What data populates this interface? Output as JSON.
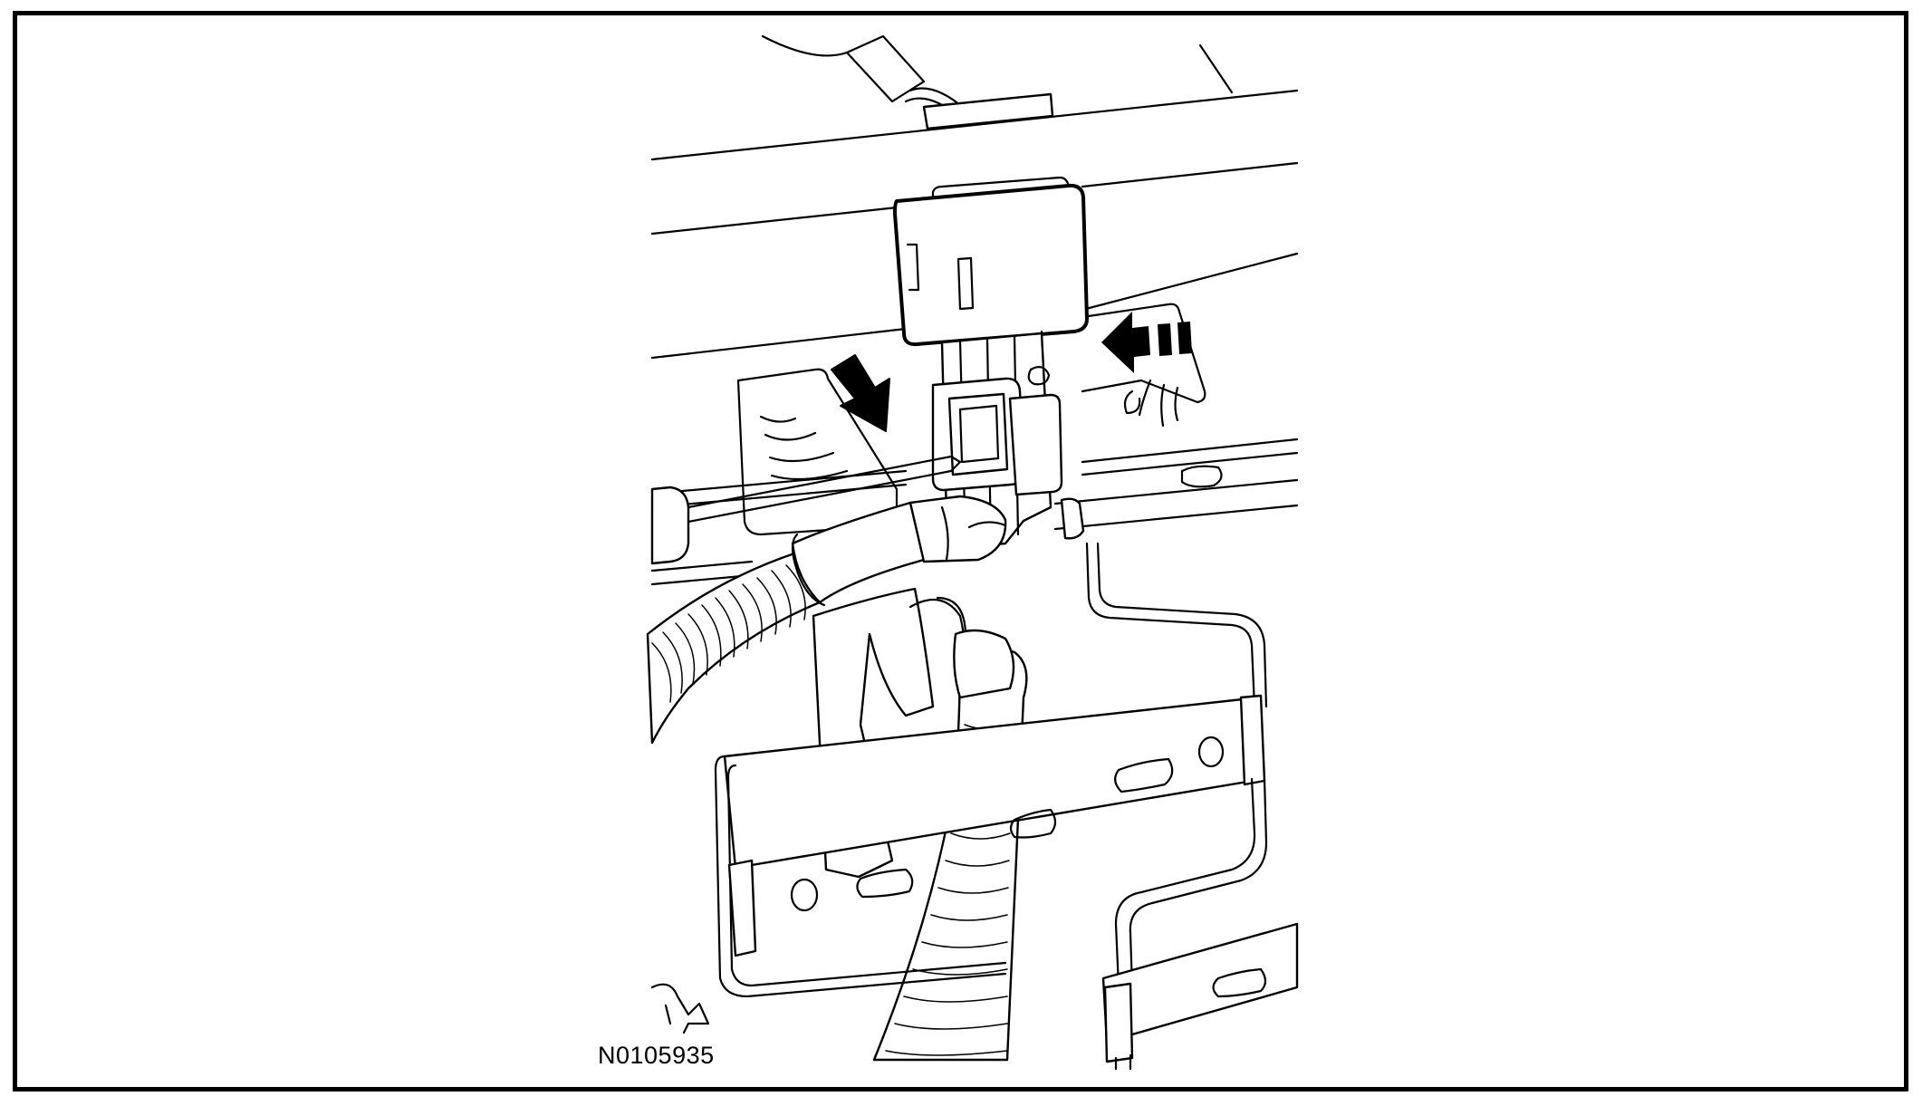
{
  "figure": {
    "id_label": "N0105935",
    "border_color": "#000000",
    "background": "#ffffff"
  },
  "callouts": [
    {
      "name": "release-tab-arrow",
      "icon": "solid-arrow-down-right"
    },
    {
      "name": "disconnect-direction-arrow",
      "icon": "dashed-arrow-left"
    }
  ]
}
